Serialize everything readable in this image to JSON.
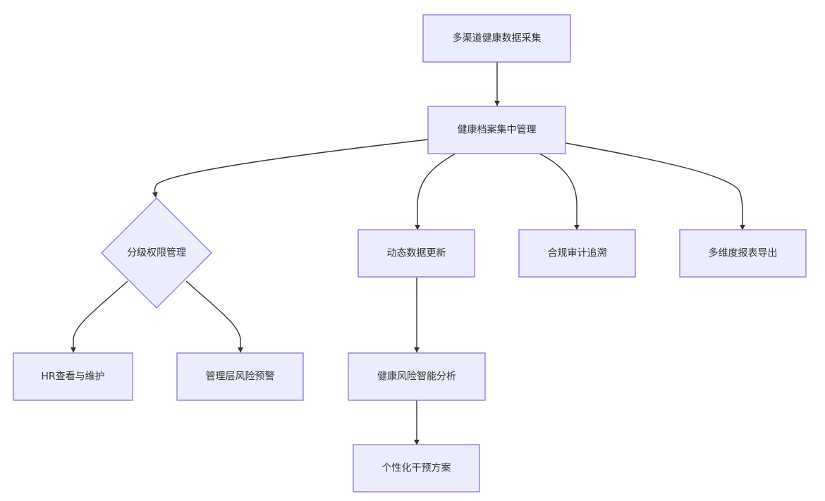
{
  "diagram": {
    "nodes": {
      "collect": "多渠道健康数据采集",
      "archive": "健康档案集中管理",
      "permission": "分级权限管理",
      "dynamic_update": "动态数据更新",
      "audit": "合规审计追溯",
      "report": "多维度报表导出",
      "hr": "HR查看与维护",
      "warning": "管理层风险预警",
      "analysis": "健康风险智能分析",
      "intervention": "个性化干预方案"
    },
    "edges": [
      {
        "from": "collect",
        "to": "archive"
      },
      {
        "from": "archive",
        "to": "permission"
      },
      {
        "from": "archive",
        "to": "dynamic_update"
      },
      {
        "from": "archive",
        "to": "audit"
      },
      {
        "from": "archive",
        "to": "report"
      },
      {
        "from": "permission",
        "to": "hr"
      },
      {
        "from": "permission",
        "to": "warning"
      },
      {
        "from": "dynamic_update",
        "to": "analysis"
      },
      {
        "from": "analysis",
        "to": "intervention"
      }
    ]
  }
}
